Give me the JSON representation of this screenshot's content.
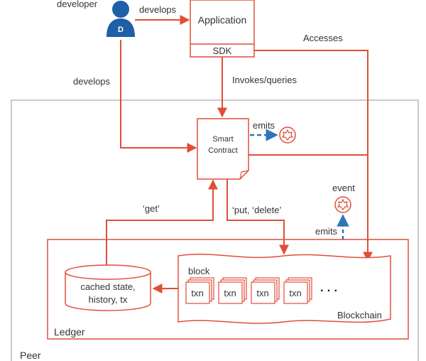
{
  "colors": {
    "accent": "#e04e39",
    "flow_blue": "#2e75b6",
    "peer_border": "#b8b8b8",
    "text": "#333333",
    "person_body": "#1f5fa8"
  },
  "labels": {
    "developer": "developer",
    "person_initial": "D",
    "develops_top": "develops",
    "develops_left": "develops",
    "application": "Application",
    "sdk": "SDK",
    "accesses": "Accesses",
    "invokes": "Invokes/queries",
    "smart_contract_line1": "Smart",
    "smart_contract_line2": "Contract",
    "emits_top": "emits",
    "get": "‘get’",
    "put_delete": "‘put, ‘delete’",
    "event": "event",
    "emits_bottom": "emits",
    "block": "block",
    "txn": [
      "txn",
      "txn",
      "txn",
      "txn"
    ],
    "ellipsis": "· · ·",
    "blockchain": "Blockchain",
    "cached_state_line1": "cached state,",
    "cached_state_line2": "history, tx",
    "ledger": "Ledger",
    "peer": "Peer"
  },
  "icons": {
    "person": "developer-person-icon",
    "event_top": "event-gear-icon",
    "event_bottom": "event-gear-icon"
  }
}
